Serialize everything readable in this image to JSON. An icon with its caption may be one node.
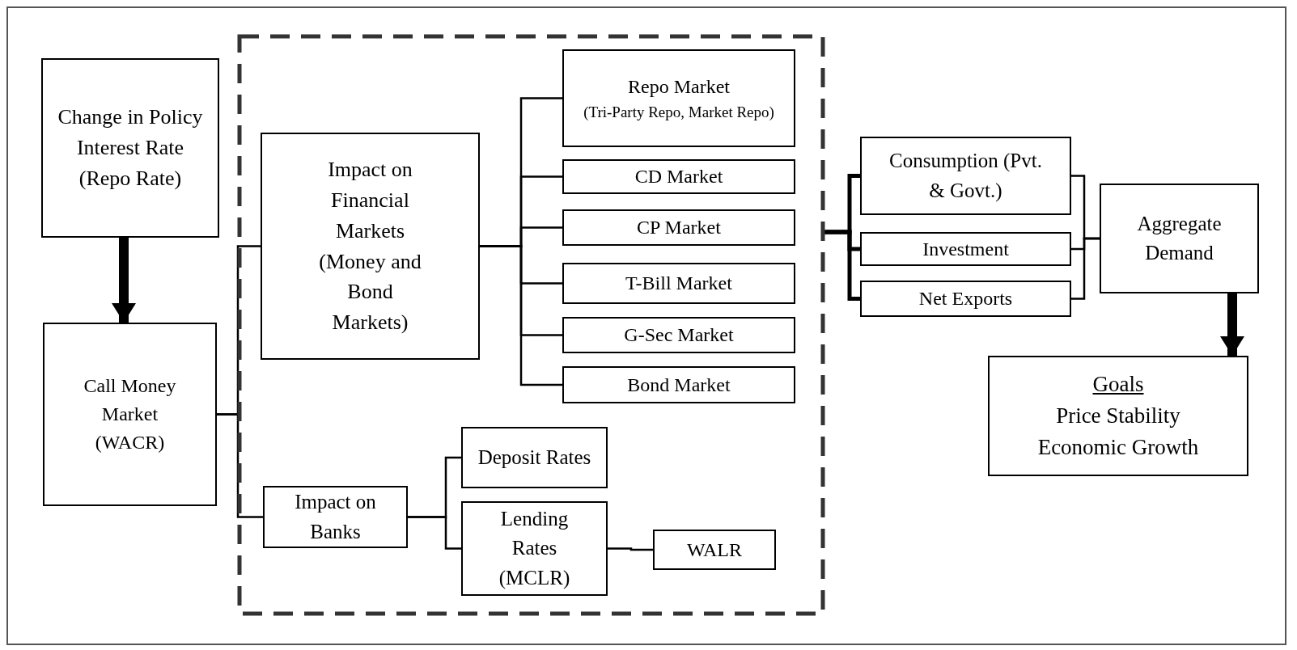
{
  "diagram": {
    "nodes": [
      {
        "text": [
          "Change in Policy Interest Rate (Repo Rate)"
        ]
      },
      {
        "text": [
          "Call Money Market (WACR)"
        ]
      },
      {
        "text": [],
        "shape": "box"
      },
      {
        "text": [
          "Impact on Financial Markets (Money and Bond Markets)"
        ],
        "in": 2
      },
      {
        "text": [
          "Repo Market",
          "(Tri-Party Repo, Market Repo)"
        ],
        "in": 2
      },
      {
        "text": [
          "CD Market"
        ],
        "in": 2
      },
      {
        "text": [
          "CP Market"
        ],
        "in": 2
      },
      {
        "text": [
          "T-Bill Market"
        ],
        "in": 2
      },
      {
        "text": [
          "G-Sec Market"
        ],
        "in": 2
      },
      {
        "text": [
          "Bond Market"
        ],
        "in": 2
      },
      {
        "text": [
          "Impact on Banks"
        ],
        "in": 2
      },
      {
        "text": [
          "Deposit Rates"
        ],
        "in": 2
      },
      {
        "text": [
          "Lending Rates (MCLR)"
        ],
        "in": 2
      },
      {
        "text": [
          "WALR"
        ],
        "in": 2
      },
      {
        "text": [
          "Consumption (Pvt. & Govt.)"
        ]
      },
      {
        "text": [
          "Investment"
        ]
      },
      {
        "text": [
          "Net Exports"
        ]
      },
      {
        "text": [
          "Aggregate Demand"
        ]
      },
      {
        "text": [
          "Goals",
          "Price Stability",
          "Economic Growth"
        ]
      }
    ],
    "edges": [
      {
        "from": 0,
        "to": 1,
        "arrow": "to",
        "style": "thick"
      },
      {
        "from": 1,
        "to": 3,
        "arrow": "none"
      },
      {
        "from": 1,
        "to": 10,
        "arrow": "none"
      },
      {
        "from": 3,
        "to": 4,
        "arrow": "none"
      },
      {
        "from": 3,
        "to": 5,
        "arrow": "none"
      },
      {
        "from": 3,
        "to": 6,
        "arrow": "none"
      },
      {
        "from": 3,
        "to": 7,
        "arrow": "none"
      },
      {
        "from": 3,
        "to": 8,
        "arrow": "none"
      },
      {
        "from": 3,
        "to": 9,
        "arrow": "none"
      },
      {
        "from": 10,
        "to": 11,
        "arrow": "none"
      },
      {
        "from": 10,
        "to": 12,
        "arrow": "none"
      },
      {
        "from": 12,
        "to": 13,
        "arrow": "none"
      },
      {
        "from": 2,
        "to": 14,
        "arrow": "none",
        "style": "thick"
      },
      {
        "from": 2,
        "to": 15,
        "arrow": "none",
        "style": "thick"
      },
      {
        "from": 2,
        "to": 16,
        "arrow": "none",
        "style": "thick"
      },
      {
        "from": 14,
        "to": 17,
        "arrow": "none"
      },
      {
        "from": 15,
        "to": 17,
        "arrow": "none"
      },
      {
        "from": 16,
        "to": 17,
        "arrow": "none"
      },
      {
        "from": 17,
        "to": 18,
        "arrow": "to",
        "style": "thick"
      }
    ]
  }
}
